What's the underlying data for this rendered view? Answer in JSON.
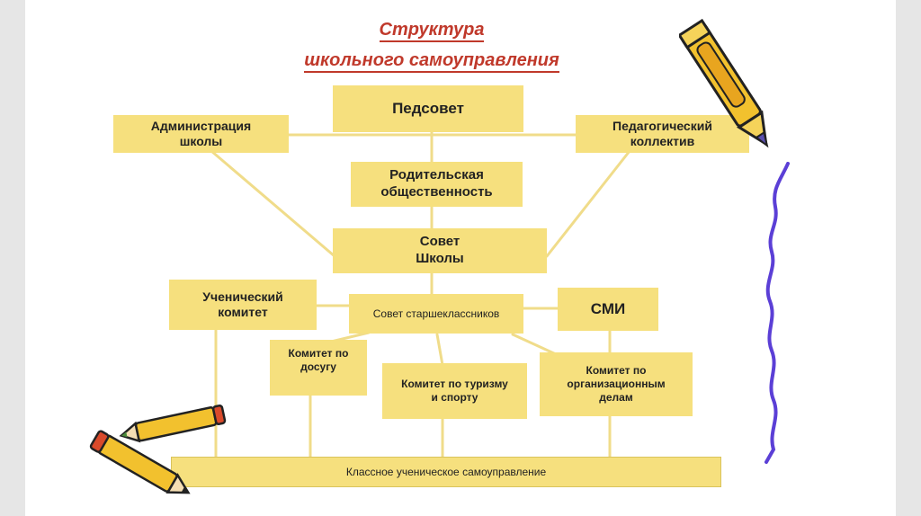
{
  "title": {
    "line1": "Структура",
    "line2": "школьного самоуправления"
  },
  "boxes": {
    "pedsovet": "Педсовет",
    "administration": "Администрация школы",
    "ped_collective": "Педагогический коллектив",
    "parents": "Родительская общественность",
    "school_council": "Совет Школы",
    "student_committee": "Ученический комитет",
    "senior_council": "Совет старшеклассников",
    "smi": "СМИ",
    "leisure_committee": "Комитет по досугу",
    "tourism_committee": "Комитет по туризму и спорту",
    "org_committee": "Комитет по организационным делам",
    "class_self_gov": "Классное ученическое самоуправление"
  },
  "colors": {
    "box_fill": "#f6e07e",
    "line": "#f0dc8a",
    "title": "#c0392b"
  },
  "decorations": [
    "pen-icon",
    "pencils-icon",
    "purple-squiggle"
  ]
}
